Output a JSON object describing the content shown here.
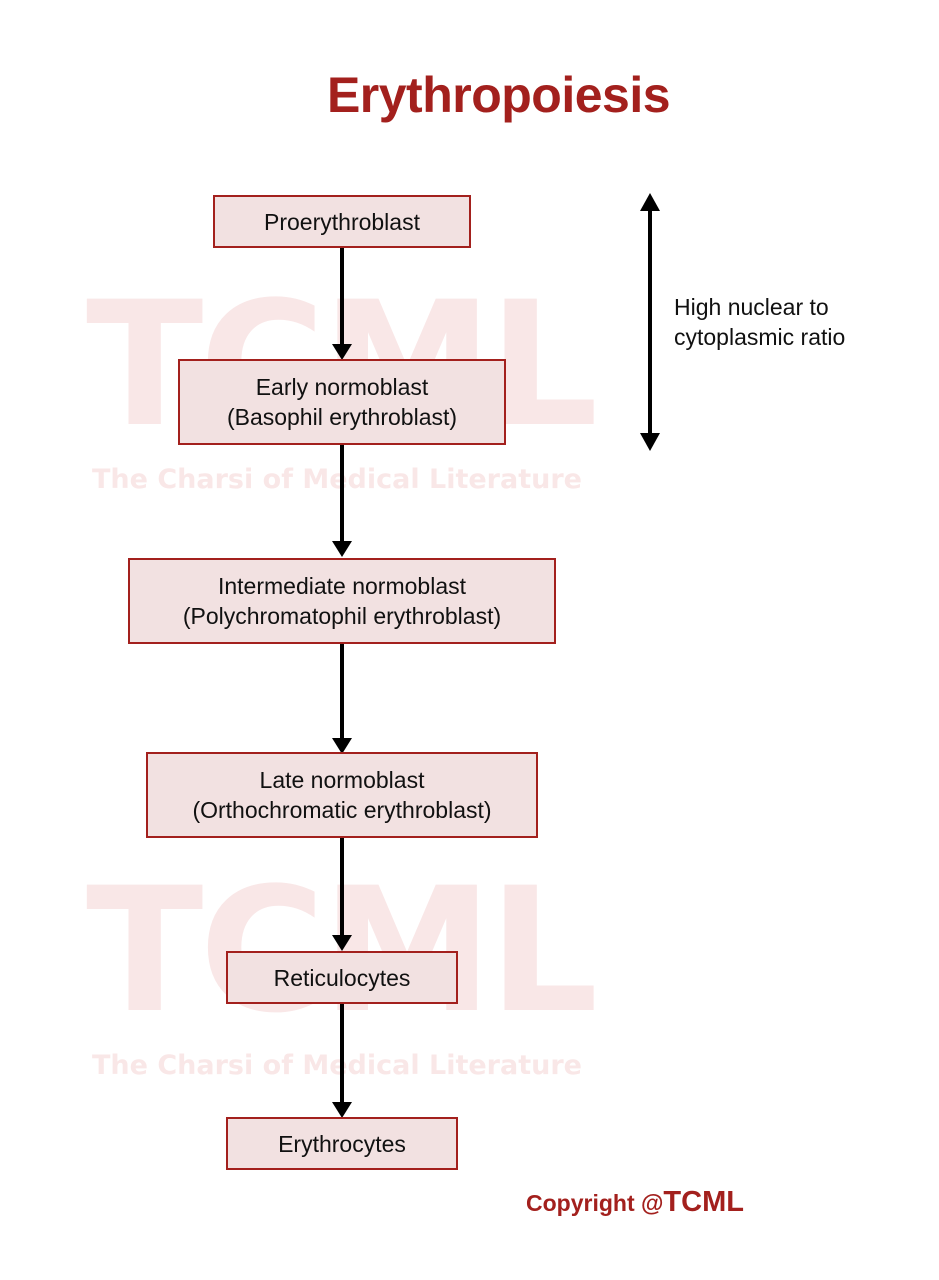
{
  "title": "Erythropoiesis",
  "watermark": {
    "logo_letters": "TCML",
    "tagline": "The Charsi of Medical Literature"
  },
  "stages": [
    {
      "name": "Proerythroblast",
      "alt": ""
    },
    {
      "name": "Early normoblast",
      "alt": "(Basophil erythroblast)"
    },
    {
      "name": "Intermediate normoblast",
      "alt": "(Polychromatophil erythroblast)"
    },
    {
      "name": "Late normoblast",
      "alt": "(Orthochromatic erythroblast)"
    },
    {
      "name": "Reticulocytes",
      "alt": ""
    },
    {
      "name": "Erythrocytes",
      "alt": ""
    }
  ],
  "side_note": {
    "line1": "High nuclear to",
    "line2": "cytoplasmic ratio"
  },
  "copyright": {
    "prefix": "Copyright @",
    "brand": "TCML"
  },
  "colors": {
    "accent": "#a3201d",
    "box_fill": "#f2e1e1",
    "watermark": "#f9e7e7",
    "arrow": "#000000"
  }
}
